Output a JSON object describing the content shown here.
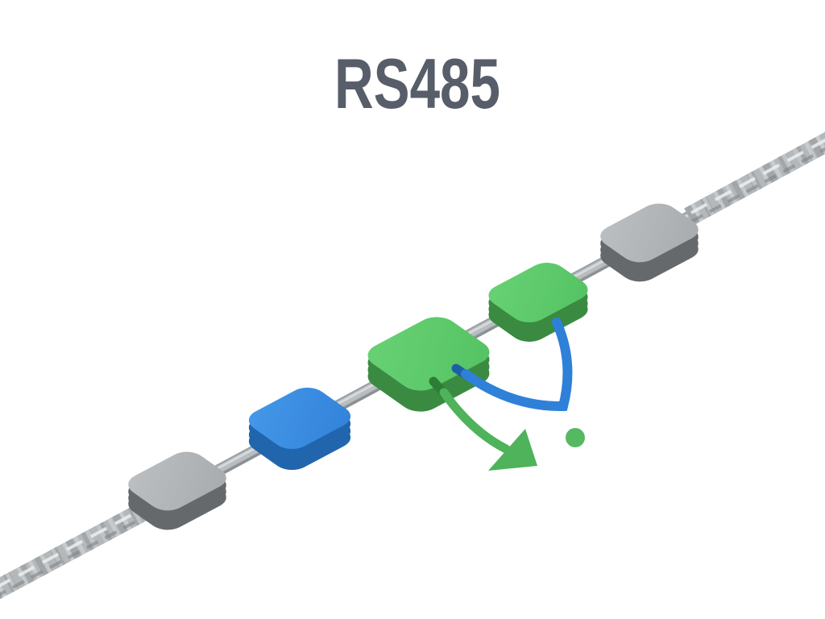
{
  "title": "RS485",
  "colors": {
    "background": "#ffffff",
    "title_text": "#575e69",
    "gray_top_light": "#bdc0c2",
    "gray_top_dark": "#a7abae",
    "gray_side": "#65696c",
    "green_top_light": "#68d275",
    "green_top_dark": "#54c262",
    "green_side": "#3a8a41",
    "blue_top_light": "#4698e9",
    "blue_top_dark": "#3182d9",
    "blue_side": "#2165ad",
    "cable_base": "#b4b8bb",
    "cable_streak_dark": "#8f9498",
    "cable_streak_light": "#d7dadc",
    "cable_highlight": "#eceeef",
    "cable_edge_dark": "#7f8488",
    "stub_base": "#9aa0a4",
    "stub_core": "#b9bdc0",
    "stub_highlight": "#dadddf",
    "stub_shadow": "#7d8184",
    "arrow_green": "#4eb35a",
    "arrow_green_dark": "#2e7d36",
    "arrow_blue": "#2f80d8",
    "arrow_blue_dark": "#1d5fa6",
    "dot_green": "#55b962"
  },
  "nodes": [
    {
      "name": "gray-node-right",
      "color": "gray"
    },
    {
      "name": "green-node-right",
      "color": "green"
    },
    {
      "name": "green-node-center",
      "color": "green"
    },
    {
      "name": "blue-node",
      "color": "blue"
    },
    {
      "name": "gray-node-left",
      "color": "gray"
    }
  ],
  "markers": [
    {
      "name": "blue-bounce-curve-icon"
    },
    {
      "name": "green-branch-arrow-icon"
    },
    {
      "name": "green-dot-icon"
    }
  ]
}
